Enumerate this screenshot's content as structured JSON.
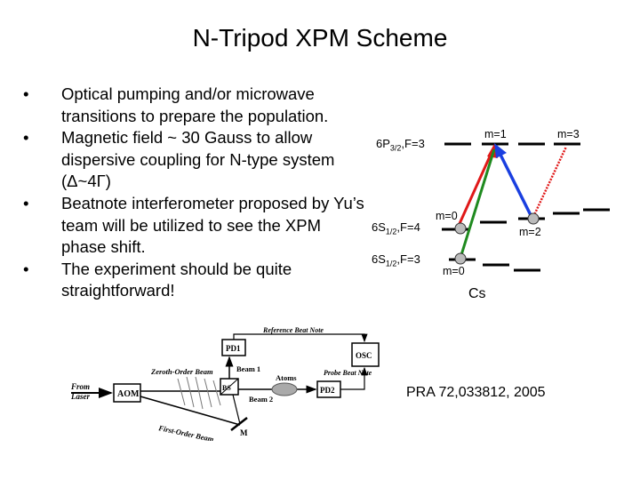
{
  "title": "N-Tripod XPM Scheme",
  "bullets": [
    "Optical pumping and/or microwave transitions to prepare the population.",
    "Magnetic field ~ 30 Gauss to allow dispersive coupling for N-type system (Δ~4Γ)",
    "Beatnote interferometer proposed by Yu’s team will be utilized to see the XPM phase shift.",
    "The experiment should be quite straightforward!"
  ],
  "bullet_symbol": "•",
  "levels": {
    "p32": {
      "main": "6P",
      "sub": "3/2",
      "rest": ",F=3"
    },
    "s12f4": {
      "main": "6S",
      "sub": "1/2",
      "rest": ",F=4"
    },
    "s12f3": {
      "main": "6S",
      "sub": "1/2",
      "rest": ",F=3"
    }
  },
  "m_labels": {
    "m1": "m=1",
    "m3": "m=3",
    "m0_upper": "m=0",
    "m2": "m=2",
    "m0_lower": "m=0"
  },
  "element_label": "Cs",
  "reference": "PRA 72,033812, 2005",
  "setup": {
    "from_laser_1": "From",
    "from_laser_2": "Laser",
    "aom": "AOM",
    "zeroth_order": "Zeroth-Order Beam",
    "first_order": "First-Order Beam",
    "pd1": "PD1",
    "pd2": "PD2",
    "bs": "BS",
    "beam1": "Beam 1",
    "beam2": "Beam 2",
    "atoms": "Atoms",
    "osc": "OSC",
    "mirror": "M",
    "reference_beat": "Reference Beat Note",
    "probe_beat": "Probe Beat Note"
  },
  "colors": {
    "blue": "#1a3fe0",
    "red": "#e01818",
    "green": "#1f8a1f"
  }
}
